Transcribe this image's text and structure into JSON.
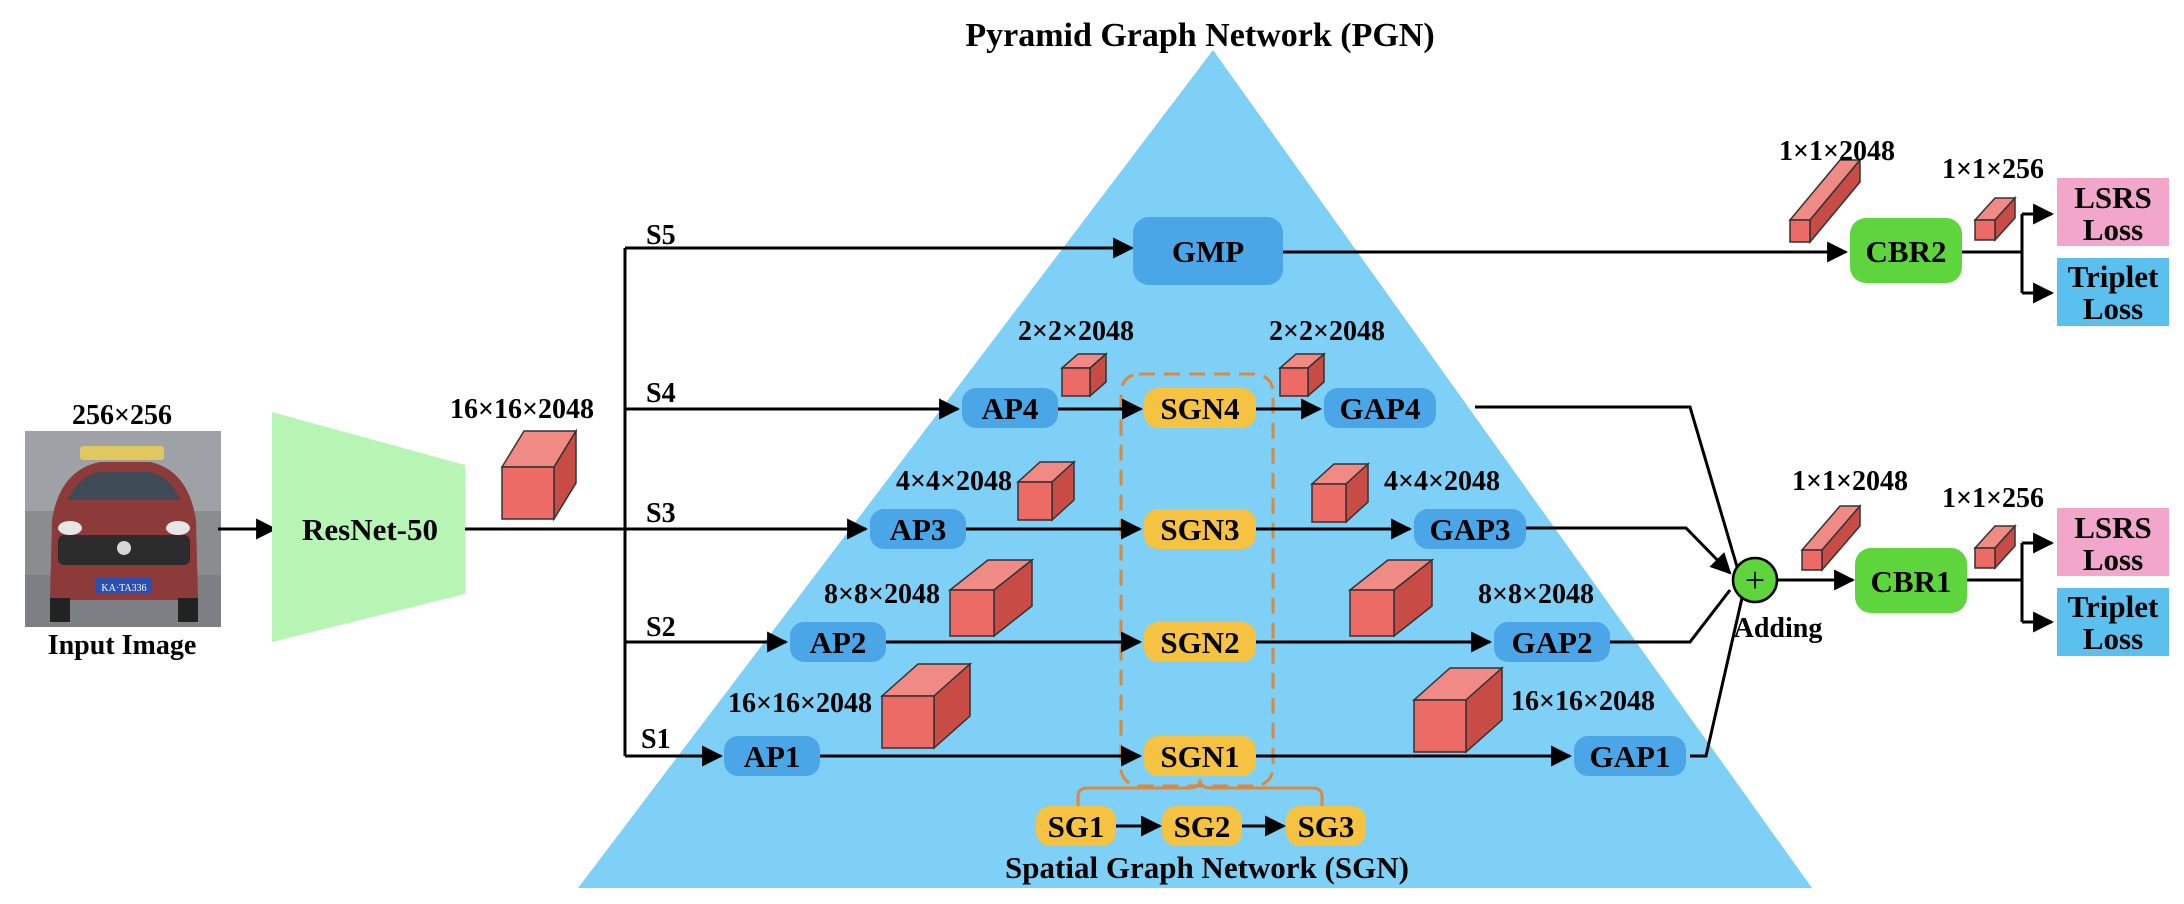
{
  "title": "Pyramid Graph Network (PGN)",
  "sgn_caption": "Spatial Graph Network (SGN)",
  "input": {
    "size": "256×256",
    "label": "Input Image",
    "plate": "KA·TA336"
  },
  "backbone": {
    "label": "ResNet-50",
    "feature": "16×16×2048"
  },
  "streams": {
    "s1": "S1",
    "s2": "S2",
    "s3": "S3",
    "s4": "S4",
    "s5": "S5"
  },
  "pool": {
    "gmp": "GMP",
    "ap1": "AP1",
    "ap2": "AP2",
    "ap3": "AP3",
    "ap4": "AP4",
    "gap1": "GAP1",
    "gap2": "GAP2",
    "gap3": "GAP3",
    "gap4": "GAP4"
  },
  "sgn": {
    "sgn1": "SGN1",
    "sgn2": "SGN2",
    "sgn3": "SGN3",
    "sgn4": "SGN4",
    "sg1": "SG1",
    "sg2": "SG2",
    "sg3": "SG3"
  },
  "dims": {
    "ap4": "2×2×2048",
    "gap4": "2×2×2048",
    "ap3": "4×4×2048",
    "gap3": "4×4×2048",
    "ap2": "8×8×2048",
    "gap2": "8×8×2048",
    "ap1": "16×16×2048",
    "gap1": "16×16×2048",
    "cbr2_in": "1×1×2048",
    "cbr2_out": "1×1×256",
    "cbr1_in": "1×1×2048",
    "cbr1_out": "1×1×256"
  },
  "fusion": {
    "symbol": "+",
    "label": "Adding"
  },
  "heads": {
    "cbr2": "CBR2",
    "cbr1": "CBR1",
    "lsrs_line1": "LSRS",
    "lsrs_line2": "Loss",
    "triplet_line1": "Triplet",
    "triplet_line2": "Loss"
  },
  "colors": {
    "pyramid": "#7fd0f7",
    "pool_box": "#4aa6e6",
    "sgn_box": "#f5c242",
    "cbr_box": "#5fd53d",
    "lsrs_box": "#f3a6cc",
    "triplet_box": "#5cc0ee",
    "resnet": "#b7f5b5",
    "tensor_front": "#ec6b66",
    "dashed": "#d98a3e"
  }
}
